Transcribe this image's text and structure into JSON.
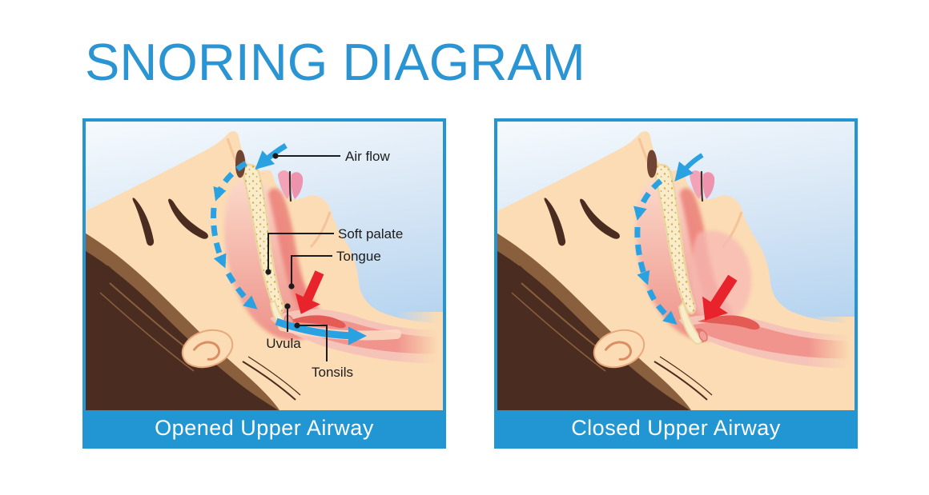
{
  "title": "SNORING DIAGRAM",
  "panels": {
    "opened": {
      "caption": "Opened Upper Airway",
      "labels": {
        "air_flow": "Air flow",
        "soft_palate": "Soft palate",
        "tongue": "Tongue",
        "uvula": "Uvula",
        "tonsils": "Tonsils"
      }
    },
    "closed": {
      "caption": "Closed Upper Airway"
    }
  },
  "icons": {
    "airflow_inhale_arrow": "curved-solid-arrow",
    "airflow_path_arrow": "dashed-curved-arrow",
    "airflow_exit_arrow": "solid-right-arrow",
    "blockage_arrow": "thick-red-arrow"
  },
  "colors": {
    "accent_blue": "#2495d3",
    "airflow_blue": "#2aa2e2",
    "alert_red": "#e8232b",
    "skin": "#fbdcb4",
    "hair_dark": "#4a2d20",
    "hair_light": "#8a5f3e",
    "bone": "#f8ecca",
    "throat_pink": "#ee8e87",
    "panel_bg_top": "#f6fafd",
    "panel_bg_bottom": "#a8cdee",
    "caption_text": "#ffffff",
    "label_text": "#1c1c1c"
  }
}
